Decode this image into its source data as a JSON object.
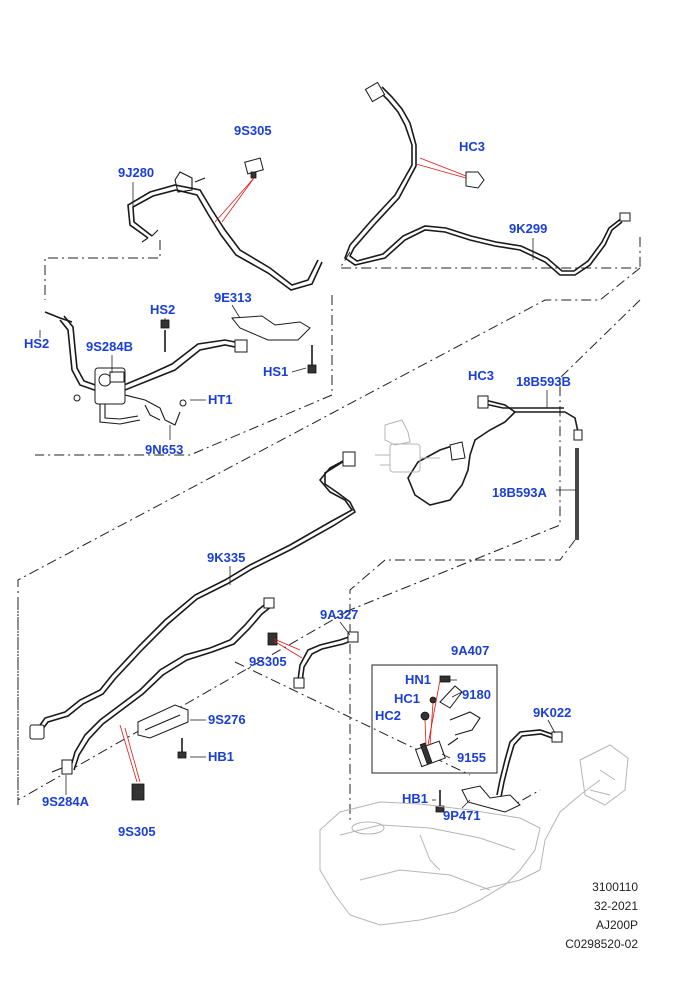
{
  "callouts": {
    "c_9S305_top": "9S305",
    "c_9J280": "9J280",
    "c_HC3_top": "HC3",
    "c_9K299": "9K299",
    "c_HS2_a": "HS2",
    "c_HS2_b": "HS2",
    "c_9E313": "9E313",
    "c_9S284B": "9S284B",
    "c_HS1": "HS1",
    "c_HT1": "HT1",
    "c_9N653": "9N653",
    "c_HC3_mid": "HC3",
    "c_18B593B": "18B593B",
    "c_18B593A": "18B593A",
    "c_9K335": "9K335",
    "c_9A327": "9A327",
    "c_9S305_mid": "9S305",
    "c_9A407": "9A407",
    "c_HN1": "HN1",
    "c_HC1": "HC1",
    "c_9180": "9180",
    "c_HC2": "HC2",
    "c_9155": "9155",
    "c_9K022": "9K022",
    "c_9S276": "9S276",
    "c_HB1_left": "HB1",
    "c_HB1_right": "HB1",
    "c_9P471": "9P471",
    "c_9S284A": "9S284A",
    "c_9S305_bot": "9S305"
  },
  "footer": {
    "line1": "3100110",
    "line2": "32-2021",
    "line3": "AJ200P",
    "line4": "C0298520-02"
  },
  "colors": {
    "callout": "#1a3fd6",
    "leader_red": "#e01818",
    "line": "#1a1a1a",
    "ghost": "#b5b5b5"
  }
}
